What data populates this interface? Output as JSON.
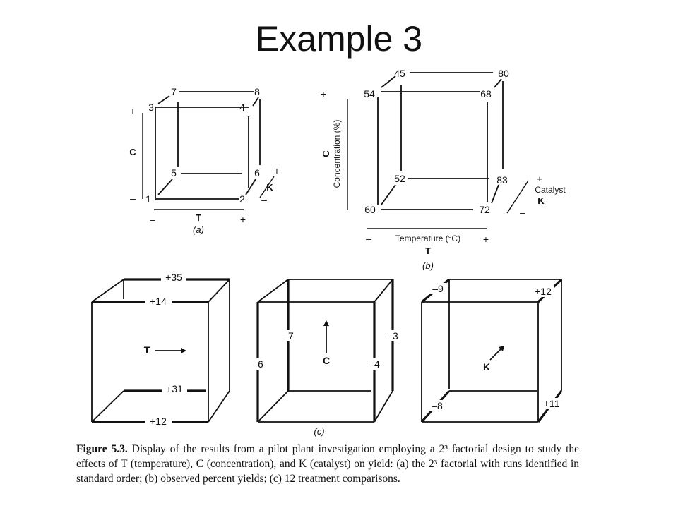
{
  "title": "Example 3",
  "panel_a": {
    "runs": [
      "1",
      "2",
      "3",
      "4",
      "5",
      "6",
      "7",
      "8"
    ],
    "axis_c": "C",
    "axis_t": "T",
    "axis_k": "K",
    "plus": "+",
    "minus": "–",
    "label": "(a)"
  },
  "panel_b": {
    "yields": {
      "r1": "60",
      "r2": "72",
      "r3": "54",
      "r4": "68",
      "r5": "52",
      "r6": "83",
      "r7": "45",
      "r8": "80"
    },
    "axis_c": "C",
    "axis_c_long": "Concentration (%)",
    "axis_t_long": "Temperature (°C)",
    "axis_t": "T",
    "axis_k_long": "Catalyst",
    "axis_k": "K",
    "plus": "+",
    "minus": "–",
    "label": "(b)"
  },
  "panel_c": {
    "t_effects": {
      "back_top": "+35",
      "front_top": "+14",
      "back_bottom": "+31",
      "front_bottom": "+12"
    },
    "c_effects": {
      "left_back": "–7",
      "left_front": "–6",
      "right_back": "–3",
      "right_front": "–4"
    },
    "k_effects": {
      "top_left": "–9",
      "top_right": "+12",
      "bottom_left": "–8",
      "bottom_right": "+11"
    },
    "t_label": "T",
    "c_label": "C",
    "k_label": "K",
    "label": "(c)"
  },
  "caption": {
    "figure_no": "Figure 5.3.",
    "text": "Display of the results from a pilot plant investigation employing a 2³ factorial design to study the effects of T (temperature), C (concentration), and K (catalyst) on yield: (a) the 2³ factorial with runs identified in standard order; (b) observed percent yields; (c) 12 treatment comparisons."
  }
}
